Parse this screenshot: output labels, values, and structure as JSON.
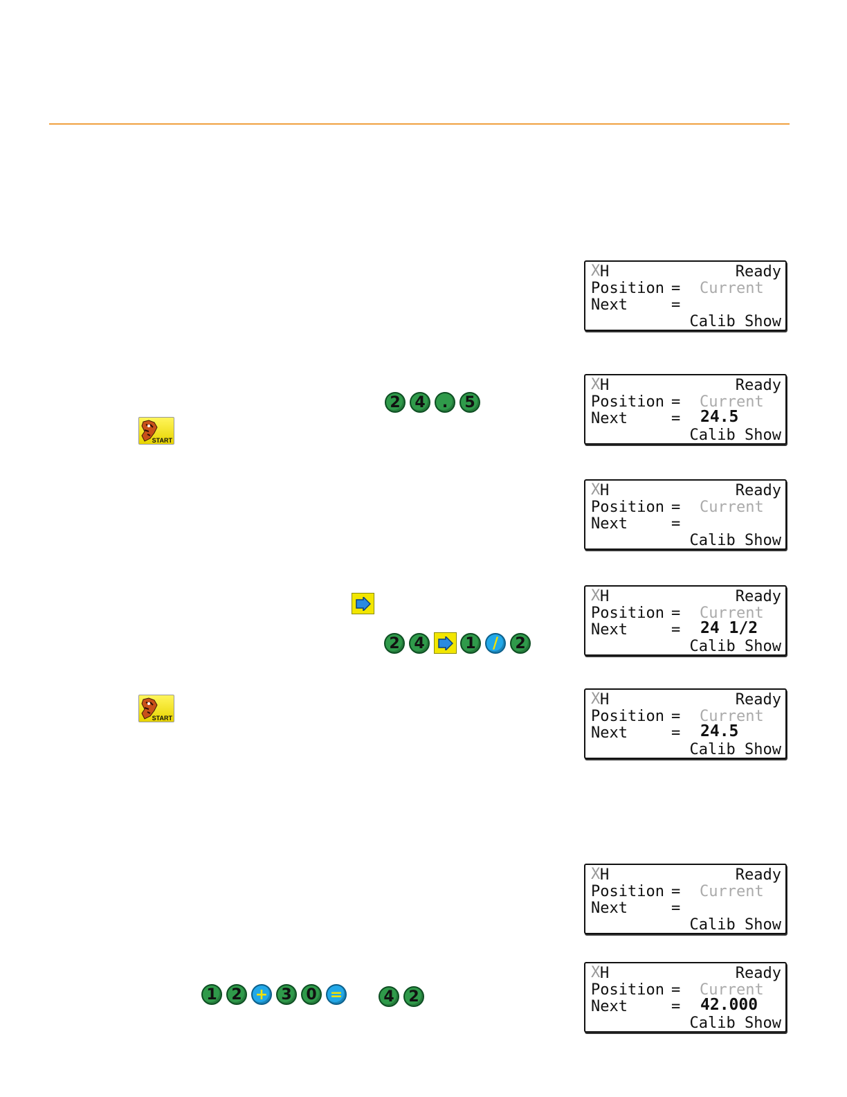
{
  "lcd": {
    "mode": "H",
    "mode_strike": "X",
    "status": "Ready",
    "position_label": "Position",
    "next_label": "Next",
    "equals": "=",
    "current": "Current",
    "calib_show": "Calib Show"
  },
  "screens": [
    {
      "next_value": ""
    },
    {
      "next_value": "24.5"
    },
    {
      "next_value": ""
    },
    {
      "next_value": "24 1/2"
    },
    {
      "next_value": "24.5"
    },
    {
      "next_value": ""
    },
    {
      "next_value": "42.000"
    }
  ],
  "keys": {
    "seq1": [
      "2",
      "4",
      ".",
      "5"
    ],
    "seq2": [
      "2",
      "4"
    ],
    "seq2b": [
      "1",
      "/",
      "2"
    ],
    "seq3": [
      "1",
      "2",
      "+",
      "3",
      "0",
      "="
    ],
    "seq3_result": [
      "4",
      "2"
    ]
  },
  "start_button": {
    "label": "START"
  },
  "colors": {
    "rule": "#f0a040",
    "digit_key": "#2f9a4a",
    "op_key": "#22a8e8",
    "arrow_key": "#f2e600"
  }
}
